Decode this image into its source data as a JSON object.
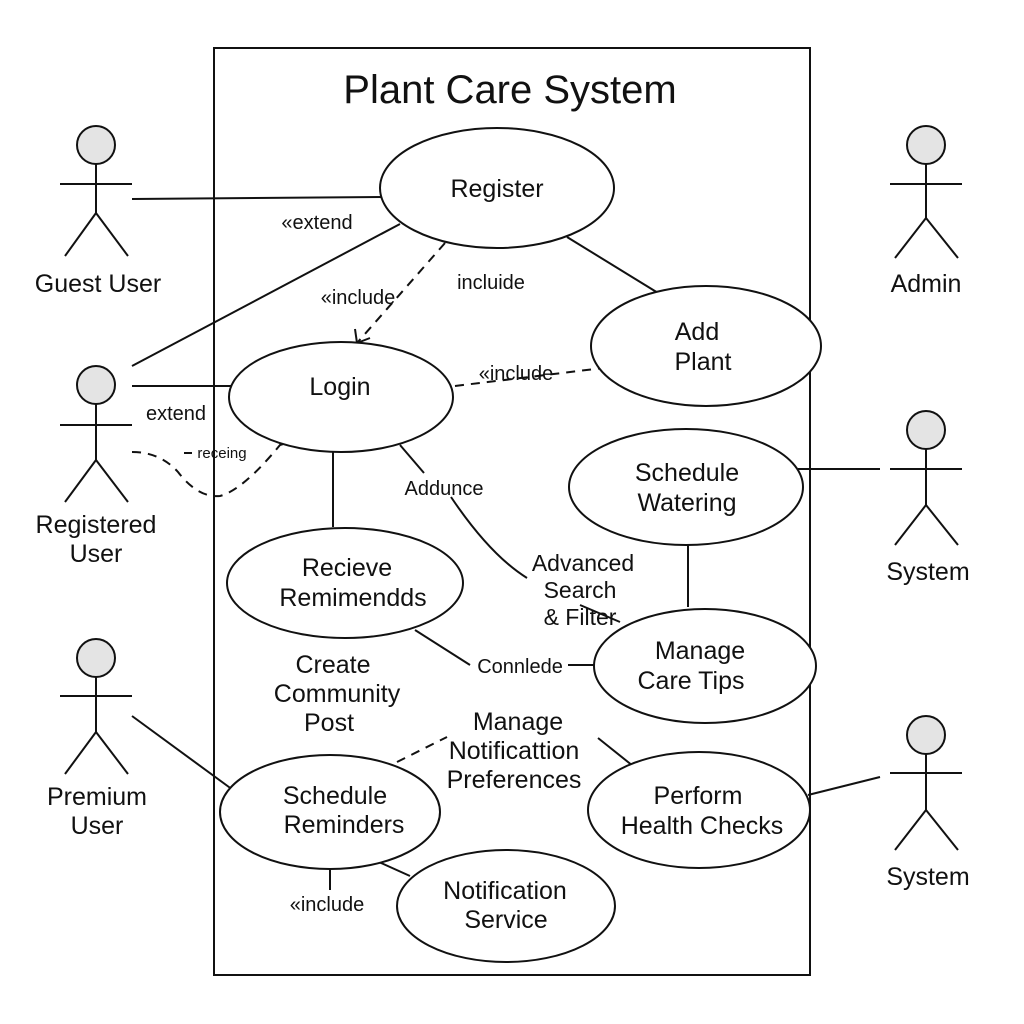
{
  "title": "Plant Care System",
  "actors": {
    "guest": "Guest User",
    "registered": [
      "Registered",
      "User"
    ],
    "premium": [
      "Premium",
      "User"
    ],
    "admin": "Admin",
    "system_mid": "System",
    "system_low": "System"
  },
  "use_cases": {
    "register": [
      "Register"
    ],
    "add_plant": [
      "Add",
      "Plant"
    ],
    "login": [
      "Login"
    ],
    "schedule_watering": [
      "Schedule",
      "Watering"
    ],
    "receive_reminders": [
      "Recieve",
      "Remimendds"
    ],
    "manage_care_tips": [
      "Manage",
      "Care Tips"
    ],
    "schedule_reminders": [
      "Schedule",
      "Reminders"
    ],
    "perform_health_checks": [
      "Perform",
      "Health Checks"
    ],
    "notification_service": [
      "Notification",
      "Service"
    ]
  },
  "free_text": {
    "create_community_post": [
      "Create",
      "Community",
      "Post"
    ],
    "advanced_search": [
      "Advanced",
      "Search",
      "& Filter"
    ],
    "manage_notification_prefs": [
      "Manage",
      "Notificattion",
      "Preferences"
    ]
  },
  "relation_labels": {
    "extend_guest": "«extend",
    "include_login": "«include",
    "include_register": "incluide",
    "include_add_plant": "«include",
    "extend_registered": "extend",
    "receing": "receing",
    "addunce": "Addunce",
    "connlede": "Connlede",
    "include_notification": "«include"
  }
}
